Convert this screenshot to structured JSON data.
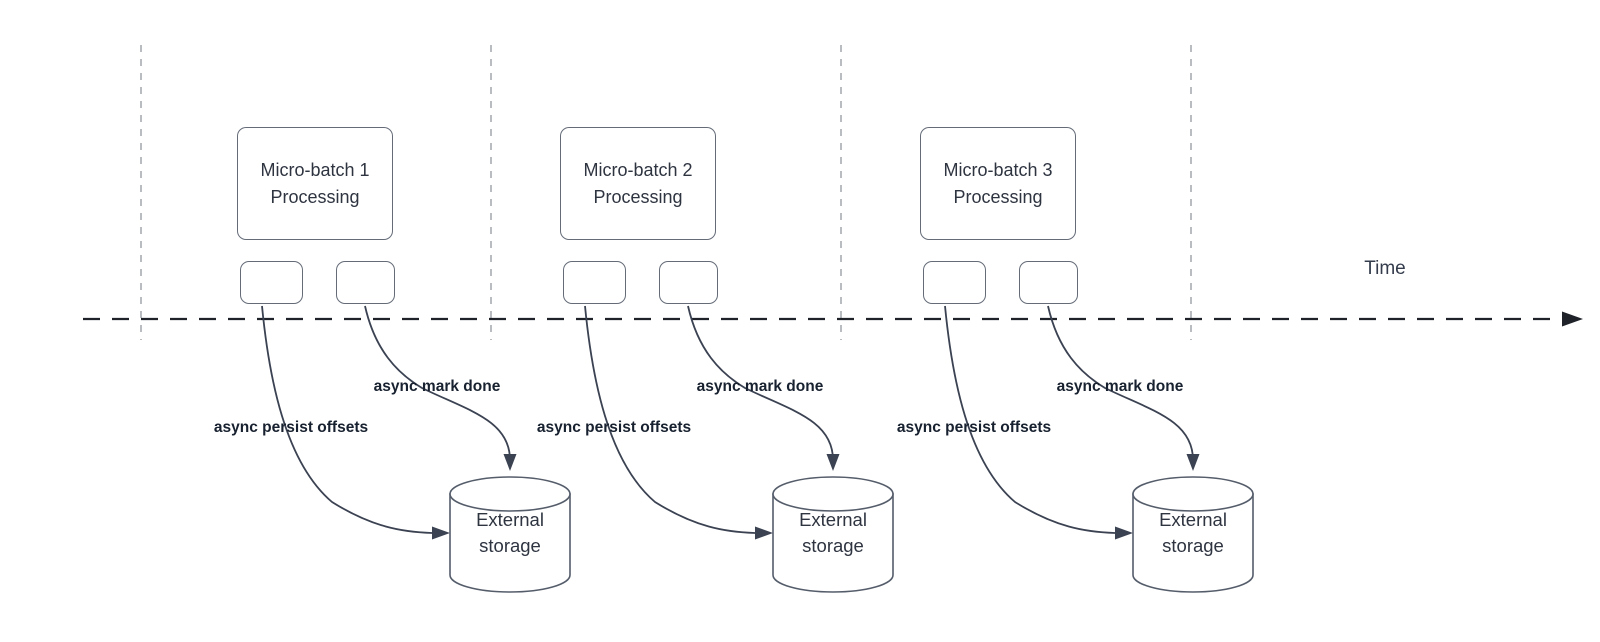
{
  "colors": {
    "timeline_line": "#1f2329",
    "guide_line": "#b9bdc2",
    "shape_border": "#656c78",
    "curve_stroke": "#3b4252",
    "label_text": "#18212f",
    "shape_text": "#2e3440"
  },
  "timeline": {
    "label": "Time"
  },
  "batches": [
    {
      "title": "Micro-batch 1\nProcessing",
      "persist_label": "async persist offsets",
      "mark_done_label": "async mark done",
      "storage_label": "External\nstorage"
    },
    {
      "title": "Micro-batch 2\nProcessing",
      "persist_label": "async persist offsets",
      "mark_done_label": "async mark done",
      "storage_label": "External\nstorage"
    },
    {
      "title": "Micro-batch 3\nProcessing",
      "persist_label": "async persist offsets",
      "mark_done_label": "async mark done",
      "storage_label": "External\nstorage"
    }
  ]
}
